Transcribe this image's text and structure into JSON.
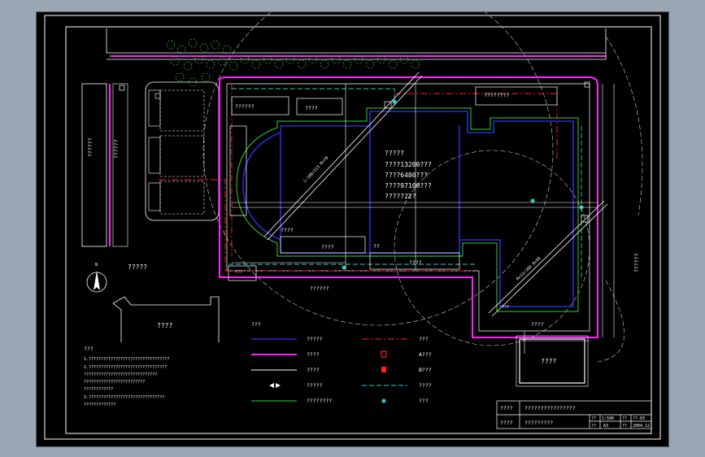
{
  "colors": {
    "background": "#000000",
    "frame": "#ffffff",
    "blue": "#2a2ad8",
    "magenta": "#ff22ff",
    "red": "#ff2020",
    "green": "#30d030",
    "cyan": "#20d0d0",
    "dark_green": "#1e7a1e"
  },
  "labels": {
    "building_left": "??????",
    "building_left_2": "??????",
    "building_top": "??????",
    "building_top2": "????",
    "building_top_right": "????????",
    "main_info_1": "?????",
    "main_info_2": "????13200???",
    "main_info_3": "????6480???",
    "main_info_4": "????97100???",
    "main_info_5": "?????22?",
    "road_east": "??????",
    "gate": "????",
    "lot_bottom_left": "????",
    "lot_bottom_center": "????",
    "lot_bottom_center2": "??",
    "lot_bottom_right": "????",
    "road_south": "?????",
    "road_south2": "??????",
    "area_left": "???",
    "area_bottom_left": "???",
    "neighbour": "????",
    "pool": "????",
    "slope_left": "1:100/213 R=70",
    "slope_right": "R=13/100 R=50"
  },
  "notes": {
    "title": "???",
    "lines": [
      "1.?????????????????????????????????",
      "2.????????????????????????????????",
      "  ??????????????????????????????",
      "  ?????????????????????????",
      "  ????????????",
      "3.???????????????????????????????",
      "  ?????????????"
    ]
  },
  "legend": {
    "title": "???",
    "items": [
      {
        "label": "?????",
        "style": "blue"
      },
      {
        "label": "????",
        "style": "magenta"
      },
      {
        "label": "????",
        "style": "white"
      },
      {
        "label": "?????",
        "style": "arrow"
      },
      {
        "label": "????????",
        "style": "green"
      },
      {
        "label": "???",
        "style": "red-dash"
      },
      {
        "label": "A???",
        "style": "red-box"
      },
      {
        "label": "B???",
        "style": "red-box2"
      },
      {
        "label": "????",
        "style": "cyan-dash"
      },
      {
        "label": "???",
        "style": "cyan-dot"
      }
    ]
  },
  "title_block": {
    "row1_label": "????",
    "row1_value": "????????????????",
    "row2_label": "????",
    "row2_value": "?????????",
    "scale_label": "??",
    "scale_value": "1:500",
    "sheet_label": "??",
    "sheet_value": "A3",
    "no_label": "??",
    "no_value": "??-03",
    "date_label": "??",
    "date_value": "2004.12"
  }
}
